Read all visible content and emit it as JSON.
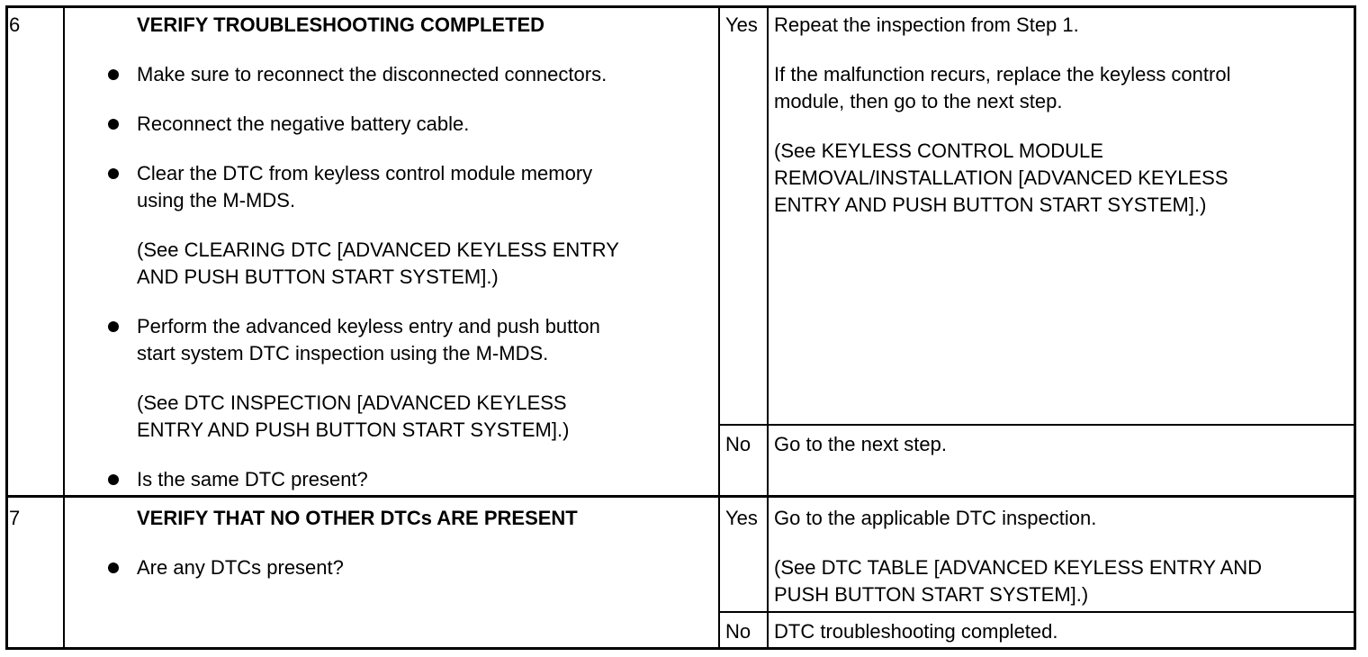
{
  "rows": [
    {
      "step": "6",
      "title": "VERIFY TROUBLESHOOTING COMPLETED",
      "items": [
        {
          "text": "Make sure to reconnect the disconnected connectors."
        },
        {
          "text": "Reconnect the negative battery cable."
        },
        {
          "text": "Clear the DTC from keyless control module memory\nusing the M-MDS.",
          "note": "(See CLEARING DTC [ADVANCED KEYLESS ENTRY\nAND PUSH BUTTON START SYSTEM].)"
        },
        {
          "text": "Perform the advanced keyless entry and push button\nstart system DTC inspection using the M-MDS.",
          "note": "(See DTC INSPECTION [ADVANCED KEYLESS\nENTRY AND PUSH BUTTON START SYSTEM].)"
        },
        {
          "text": "Is the same DTC present?"
        }
      ],
      "results": [
        {
          "answer": "Yes",
          "action": [
            "Repeat the inspection from Step 1.",
            "If the malfunction recurs, replace the keyless control\nmodule, then go to the next step.",
            "(See KEYLESS CONTROL MODULE\nREMOVAL/INSTALLATION [ADVANCED KEYLESS\nENTRY AND PUSH BUTTON START SYSTEM].)"
          ]
        },
        {
          "answer": "No",
          "action": [
            "Go to the next step."
          ]
        }
      ]
    },
    {
      "step": "7",
      "title": "VERIFY THAT NO OTHER DTCs ARE PRESENT",
      "items": [
        {
          "text": "Are any DTCs present?"
        }
      ],
      "results": [
        {
          "answer": "Yes",
          "action": [
            "Go to the applicable DTC inspection.",
            "(See DTC TABLE [ADVANCED KEYLESS ENTRY AND\nPUSH BUTTON START SYSTEM].)"
          ]
        },
        {
          "answer": "No",
          "action": [
            "DTC troubleshooting completed."
          ]
        }
      ]
    }
  ]
}
